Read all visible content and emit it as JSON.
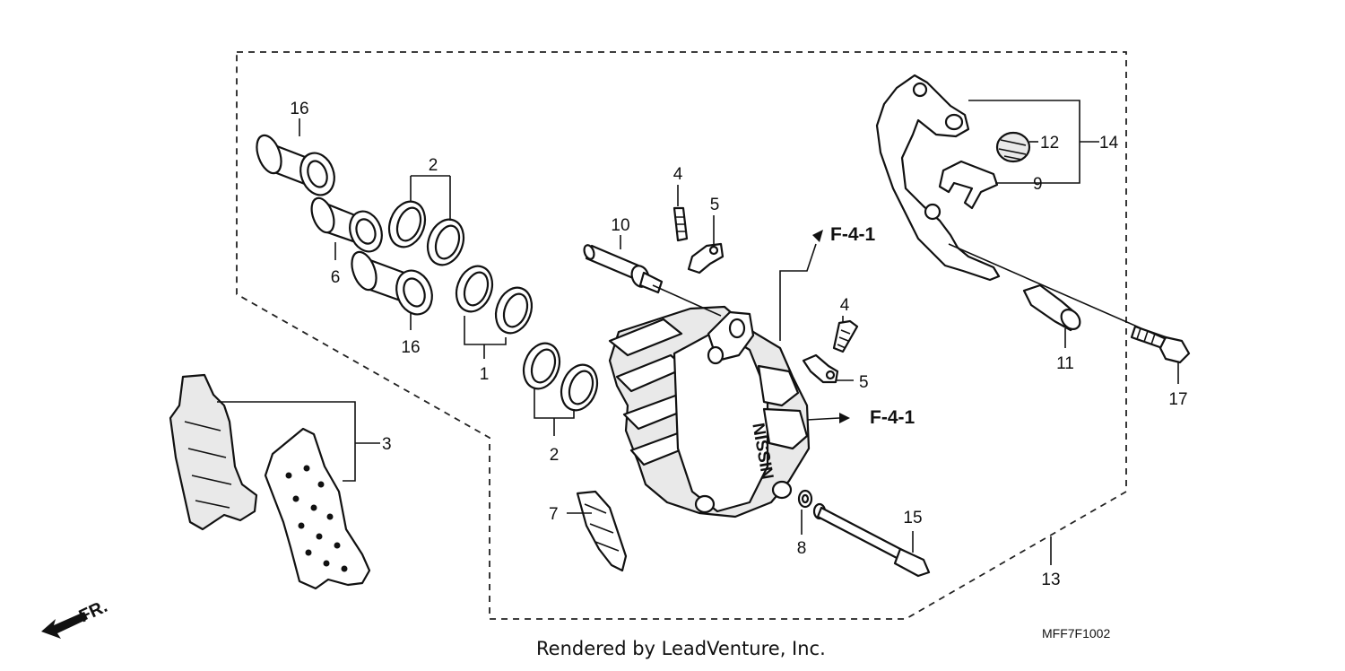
{
  "callouts": {
    "c16a": "16",
    "c16b": "16",
    "c6": "6",
    "c2a": "2",
    "c2b": "2",
    "c1": "1",
    "c3": "3",
    "c7": "7",
    "c4a": "4",
    "c5a": "5",
    "c10": "10",
    "c4b": "4",
    "c5b": "5",
    "c8": "8",
    "c15": "15",
    "c13": "13",
    "c14": "14",
    "c12": "12",
    "c9": "9",
    "c11": "11",
    "c17": "17"
  },
  "refs": {
    "upper": "F-4-1",
    "lower": "F-4-1"
  },
  "front_arrow": "FR.",
  "diagram_code": "MFF7F1002",
  "credit": "Rendered by LeadVenture, Inc."
}
